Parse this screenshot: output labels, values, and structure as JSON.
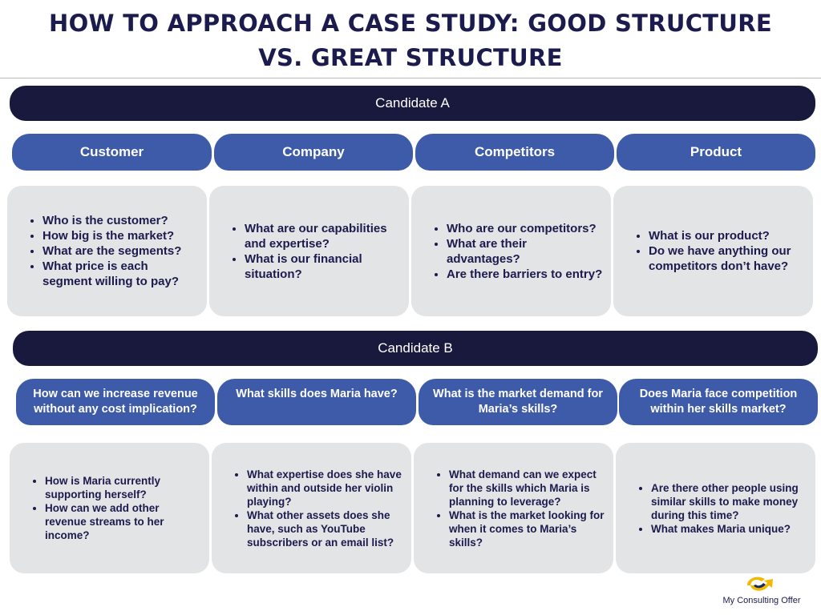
{
  "title": {
    "line1": "HOW TO APPROACH A CASE STUDY: GOOD STRUCTURE",
    "line2": "VS. GREAT STRUCTURE"
  },
  "candidate_a": {
    "label": "Candidate A",
    "columns": [
      {
        "heading": "Customer",
        "bullets": [
          "Who is the customer?",
          "How big is the market?",
          "What are the segments?",
          "What price is each segment willing to pay?"
        ]
      },
      {
        "heading": "Company",
        "bullets": [
          "What are our capabilities and expertise?",
          "What is our financial situation?"
        ]
      },
      {
        "heading": "Competitors",
        "bullets": [
          "Who are our competitors?",
          "What are their advantages?",
          "Are there barriers to entry?"
        ]
      },
      {
        "heading": "Product",
        "bullets": [
          "What is our product?",
          "Do we have anything our competitors don’t have?"
        ]
      }
    ]
  },
  "candidate_b": {
    "label": "Candidate B",
    "columns": [
      {
        "heading": "How can we increase revenue without any cost implication?",
        "bullets": [
          "How is Maria currently supporting herself?",
          "How can we add other revenue streams to her income?"
        ]
      },
      {
        "heading": "What skills does Maria have?",
        "bullets": [
          "What expertise does she have within and outside her violin playing?",
          "What other assets does she have, such as YouTube subscribers or an email list?"
        ]
      },
      {
        "heading": "What is the market demand for Maria’s skills?",
        "bullets": [
          "What demand can we expect for the skills which Maria is planning to leverage?",
          "What is the market looking for when it comes to Maria’s skills?"
        ]
      },
      {
        "heading": "Does Maria face competition within her skills market?",
        "bullets": [
          "Are there other people using similar skills to make money during this time?",
          "What makes Maria unique?"
        ]
      }
    ]
  },
  "logo": {
    "text": "My Consulting Offer",
    "icon": "arrow-swoosh-icon",
    "colors": {
      "yellow": "#f5b800",
      "navy": "#1b2a5e"
    }
  },
  "colors": {
    "navy_bar": "#19193d",
    "blue_pill": "#3e5baa",
    "card_bg": "#e3e4e5",
    "title_text": "#1b1b4d"
  }
}
